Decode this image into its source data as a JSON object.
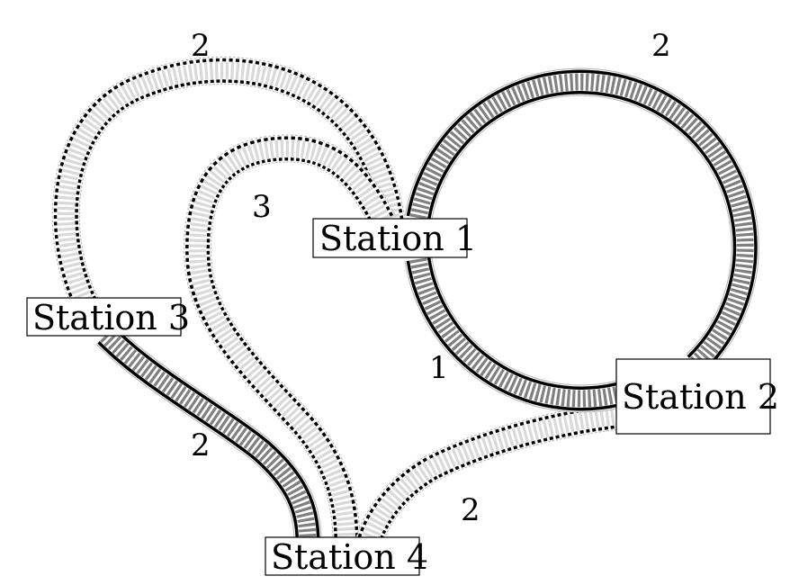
{
  "stations": [
    {
      "id": "s1",
      "label": "Station 1"
    },
    {
      "id": "s2",
      "label": "Station 2"
    },
    {
      "id": "s3",
      "label": "Station 3"
    },
    {
      "id": "s4",
      "label": "Station 4"
    }
  ],
  "tracks": [
    {
      "id": "t-s1-loop-top",
      "from": "Station 1",
      "to": "Station 2",
      "weight": "2",
      "style": "bold"
    },
    {
      "id": "t-s1-loop-bottom",
      "from": "Station 1",
      "to": "Station 2",
      "weight": "1",
      "style": "bold"
    },
    {
      "id": "t-s1-s3",
      "from": "Station 1",
      "to": "Station 3",
      "weight": "2",
      "style": "light"
    },
    {
      "id": "t-s1-s4",
      "from": "Station 1",
      "to": "Station 4",
      "weight": "3",
      "style": "light"
    },
    {
      "id": "t-s3-s4",
      "from": "Station 3",
      "to": "Station 4",
      "weight": "2",
      "style": "bold"
    },
    {
      "id": "t-s2-s4",
      "from": "Station 2",
      "to": "Station 4",
      "weight": "2",
      "style": "light"
    }
  ],
  "colors": {
    "bold_rail": "#000000",
    "bold_tie": "#808080",
    "light_rail": "#000000",
    "light_tie": "#d9d9d9",
    "halo": "#b3b3b3"
  }
}
